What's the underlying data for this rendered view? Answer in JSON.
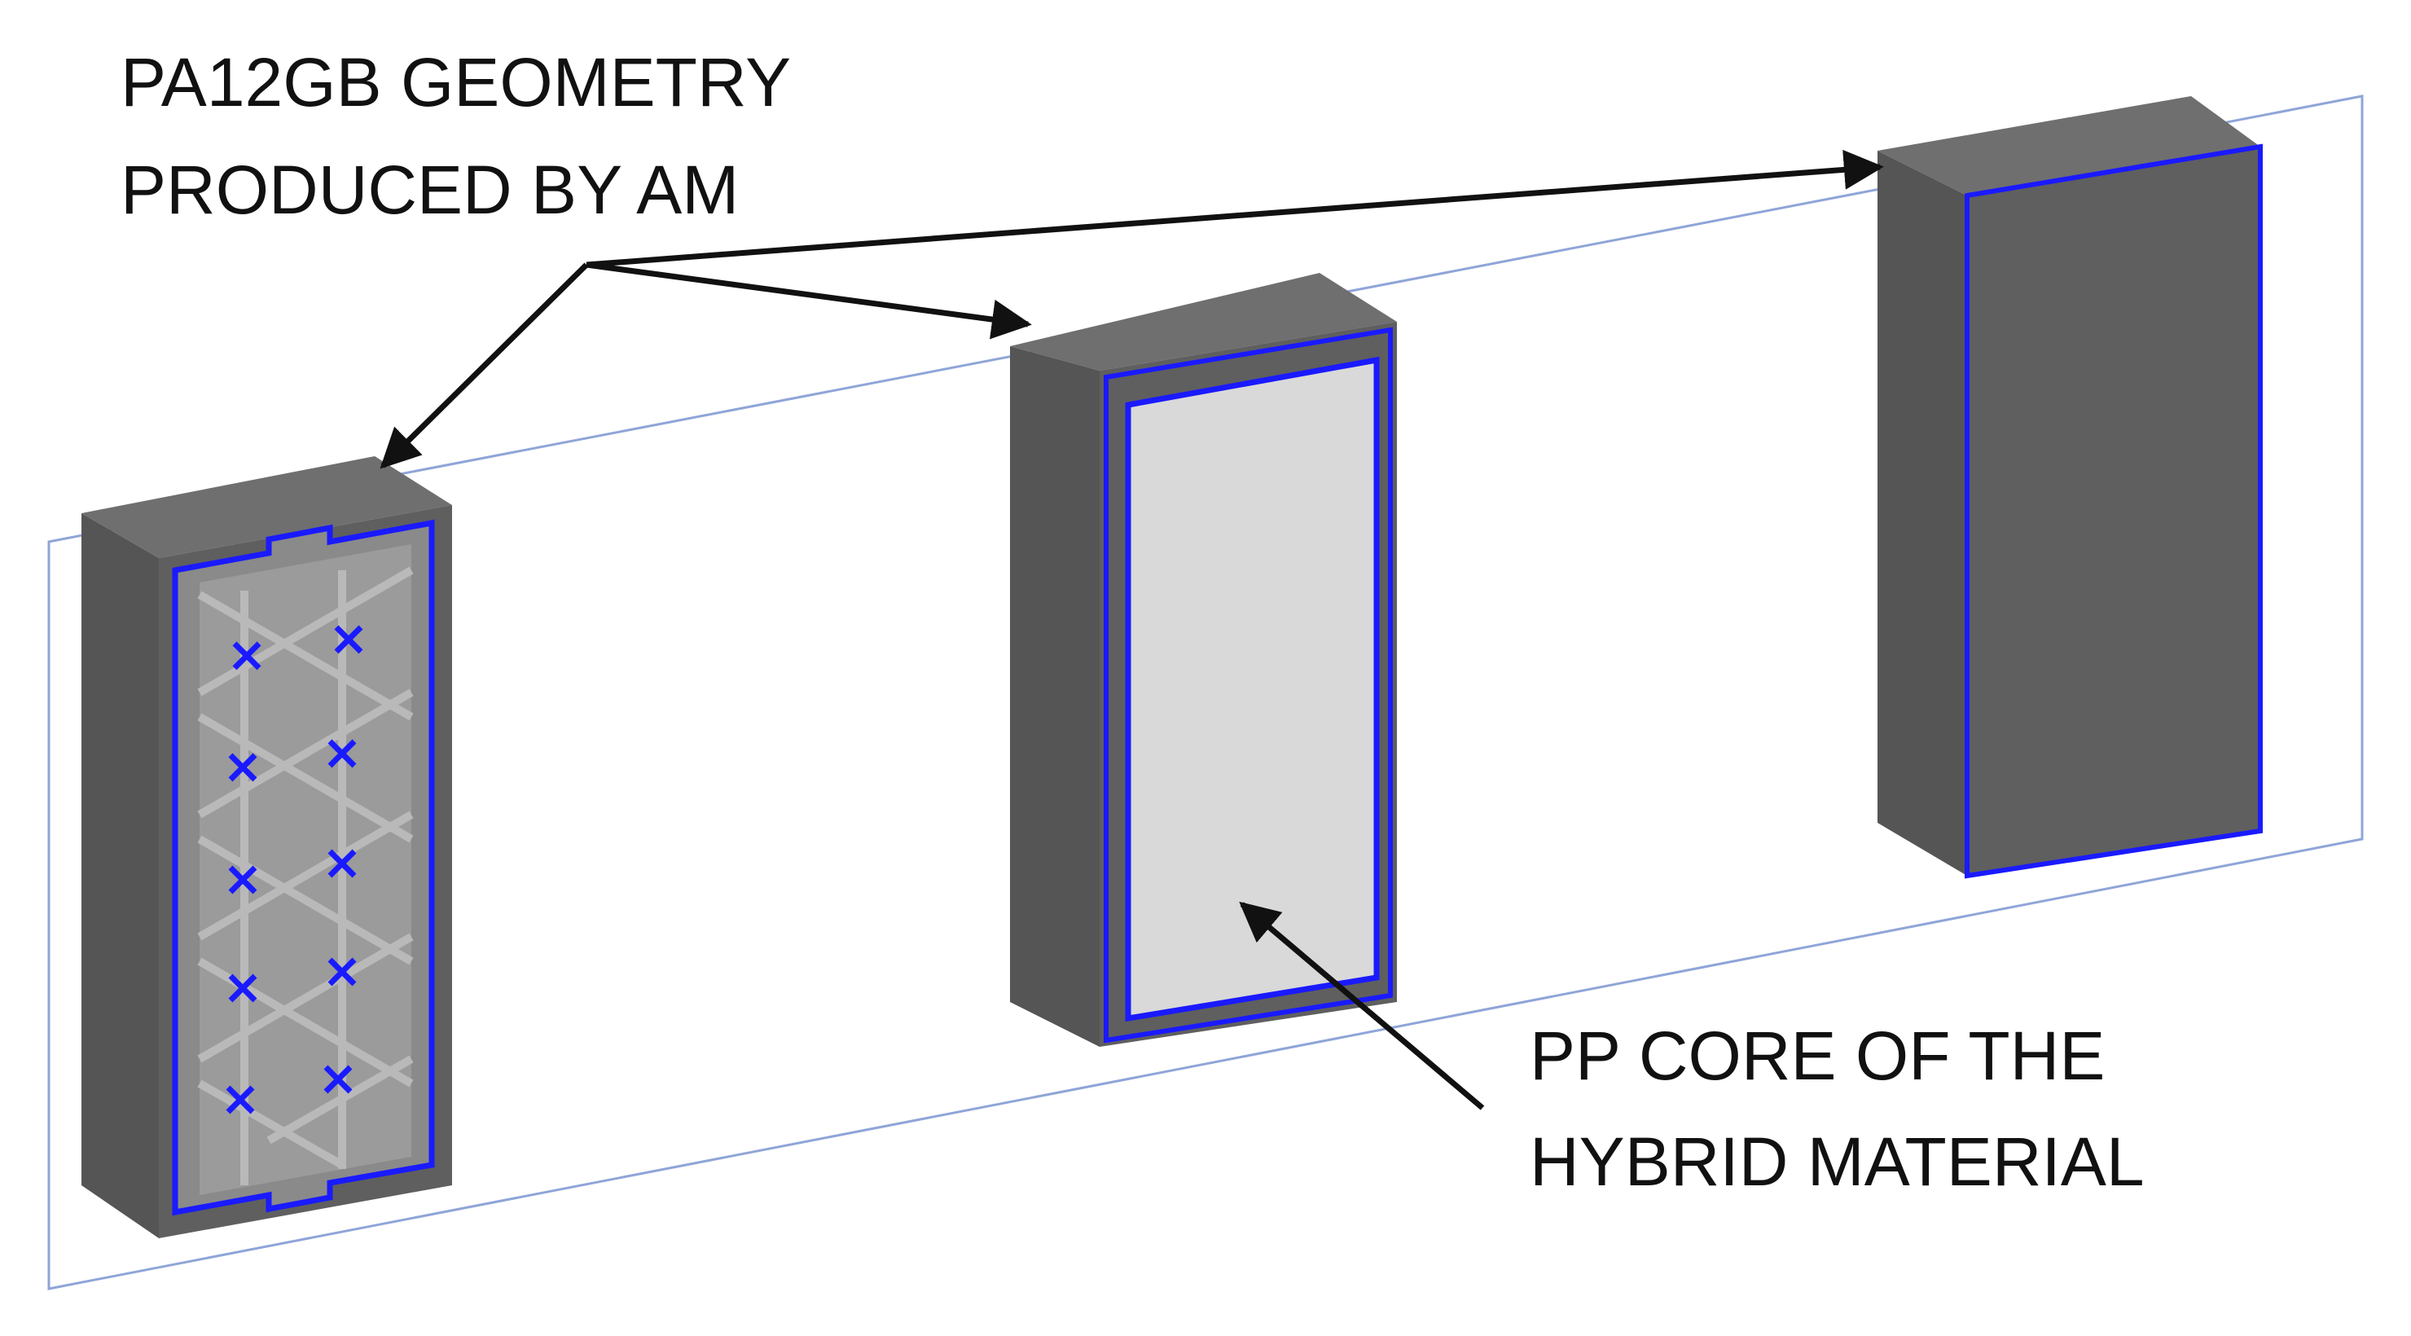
{
  "labels": {
    "geometry": {
      "line1": "PA12GB GEOMETRY",
      "line2": "PRODUCED BY AM"
    },
    "core": {
      "line1": "PP CORE OF THE",
      "line2": "HYBRID MATERIAL"
    }
  },
  "colors": {
    "body_dark": "#5f5f5f",
    "body_top": "#6f6f6f",
    "body_side": "#555555",
    "core_fill": "#d9d9d9",
    "edge_blue": "#1a1aff",
    "plane_line": "#8fa5d8",
    "arrow": "#111111",
    "lattice": "#9a9a9a"
  }
}
